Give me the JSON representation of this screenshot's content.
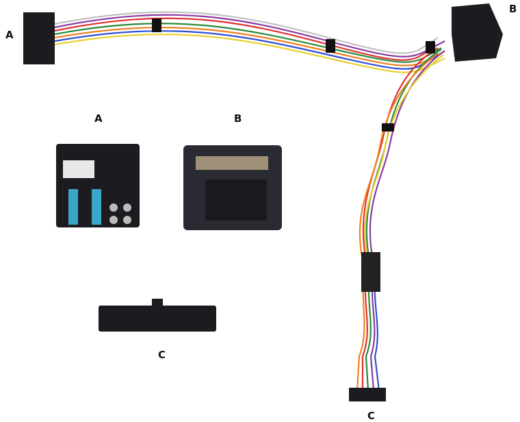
{
  "labels": {
    "harness_a": "A",
    "harness_b": "B",
    "harness_c": "C",
    "connector_a": "A",
    "connector_b": "B",
    "connector_c": "C"
  },
  "colors": {
    "connector": "#1c1c20",
    "blue_latch": "#3aa6c8",
    "wires": [
      "#e03030",
      "#2a8a3a",
      "#8a3aa0",
      "#f08020",
      "#3050d0",
      "#e8d030",
      "#c0c0c0",
      "#d05090"
    ]
  }
}
